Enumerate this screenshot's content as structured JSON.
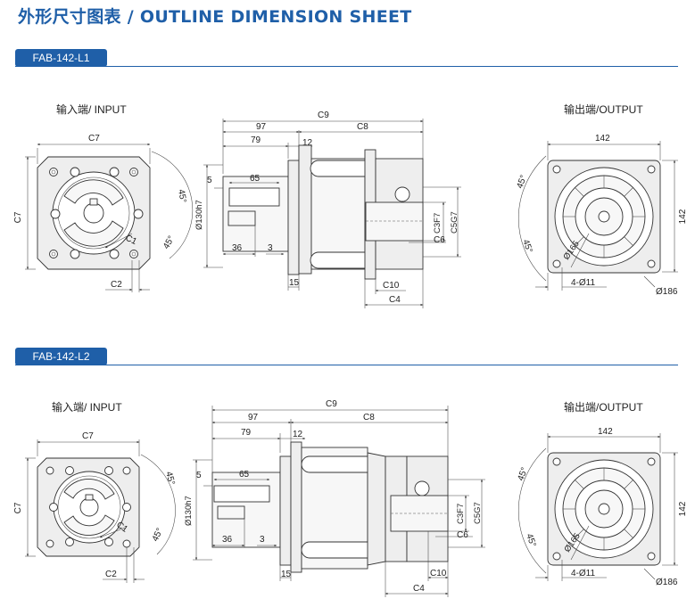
{
  "header": {
    "title": "外形尺寸图表 / OUTLINE DIMENSION SHEET",
    "accent_color": "#1f5fa8"
  },
  "sections": [
    {
      "model": "FAB-142-L1",
      "input_label": "输入端/ INPUT",
      "output_label": "输出端/OUTPUT",
      "dims": {
        "c7": "C7",
        "c1": "C1",
        "c2": "C2",
        "angle": "45°",
        "c9": "C9",
        "c8": "C8",
        "d97": "97",
        "d79": "79",
        "d12": "12",
        "d5": "5",
        "d65": "65",
        "d130": "Ø130h7",
        "d36": "36",
        "d3": "3",
        "d15": "15",
        "c10": "C10",
        "c4": "C4",
        "c3": "C3F7",
        "c5": "C5G7",
        "c6": "C6",
        "d142": "142",
        "d165": "Ø165",
        "d11": "4-Ø11",
        "d186": "Ø186"
      }
    },
    {
      "model": "FAB-142-L2",
      "input_label": "输入端/ INPUT",
      "output_label": "输出端/OUTPUT",
      "dims": {
        "c7": "C7",
        "c1": "C1",
        "c2": "C2",
        "angle": "45°",
        "c9": "C9",
        "c8": "C8",
        "d97": "97",
        "d79": "79",
        "d12": "12",
        "d5": "5",
        "d65": "65",
        "d130": "Ø130h7",
        "d36": "36",
        "d3": "3",
        "d15": "15",
        "c10": "C10",
        "c4": "C4",
        "c3": "C3F7",
        "c5": "C5G7",
        "c6": "C6",
        "d142": "142",
        "d165": "Ø165",
        "d11": "4-Ø11",
        "d186": "Ø186"
      }
    }
  ]
}
